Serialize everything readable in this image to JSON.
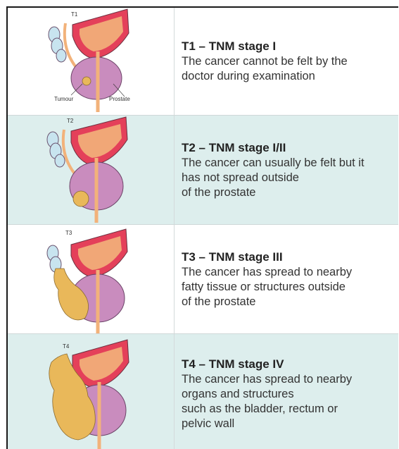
{
  "colors": {
    "alt_row_bg": "#ddeeed",
    "bladder": "#e4405a",
    "prostate": "#c98cbe",
    "urethra": "#f2b27a",
    "tumour": "#e9b85a",
    "seminal": "#c8e4ef"
  },
  "stages": [
    {
      "tag": "T1",
      "title": "T1 – TNM stage I",
      "lines": [
        "The cancer cannot be felt by the",
        "doctor during examination"
      ],
      "labels": {
        "tumour": "Tumour",
        "prostate": "Prostate"
      }
    },
    {
      "tag": "T2",
      "title": "T2 – TNM stage I/II",
      "lines": [
        "The cancer can usually be felt but it",
        "has not spread outside",
        "of the prostate"
      ]
    },
    {
      "tag": "T3",
      "title": "T3 – TNM stage III",
      "lines": [
        "The cancer has spread to nearby",
        "fatty tissue or structures outside",
        "of the prostate"
      ]
    },
    {
      "tag": "T4",
      "title": "T4 – TNM stage IV",
      "lines": [
        "The cancer has spread to nearby",
        "organs and structures",
        "such as the bladder, rectum or",
        "pelvic wall"
      ]
    }
  ]
}
